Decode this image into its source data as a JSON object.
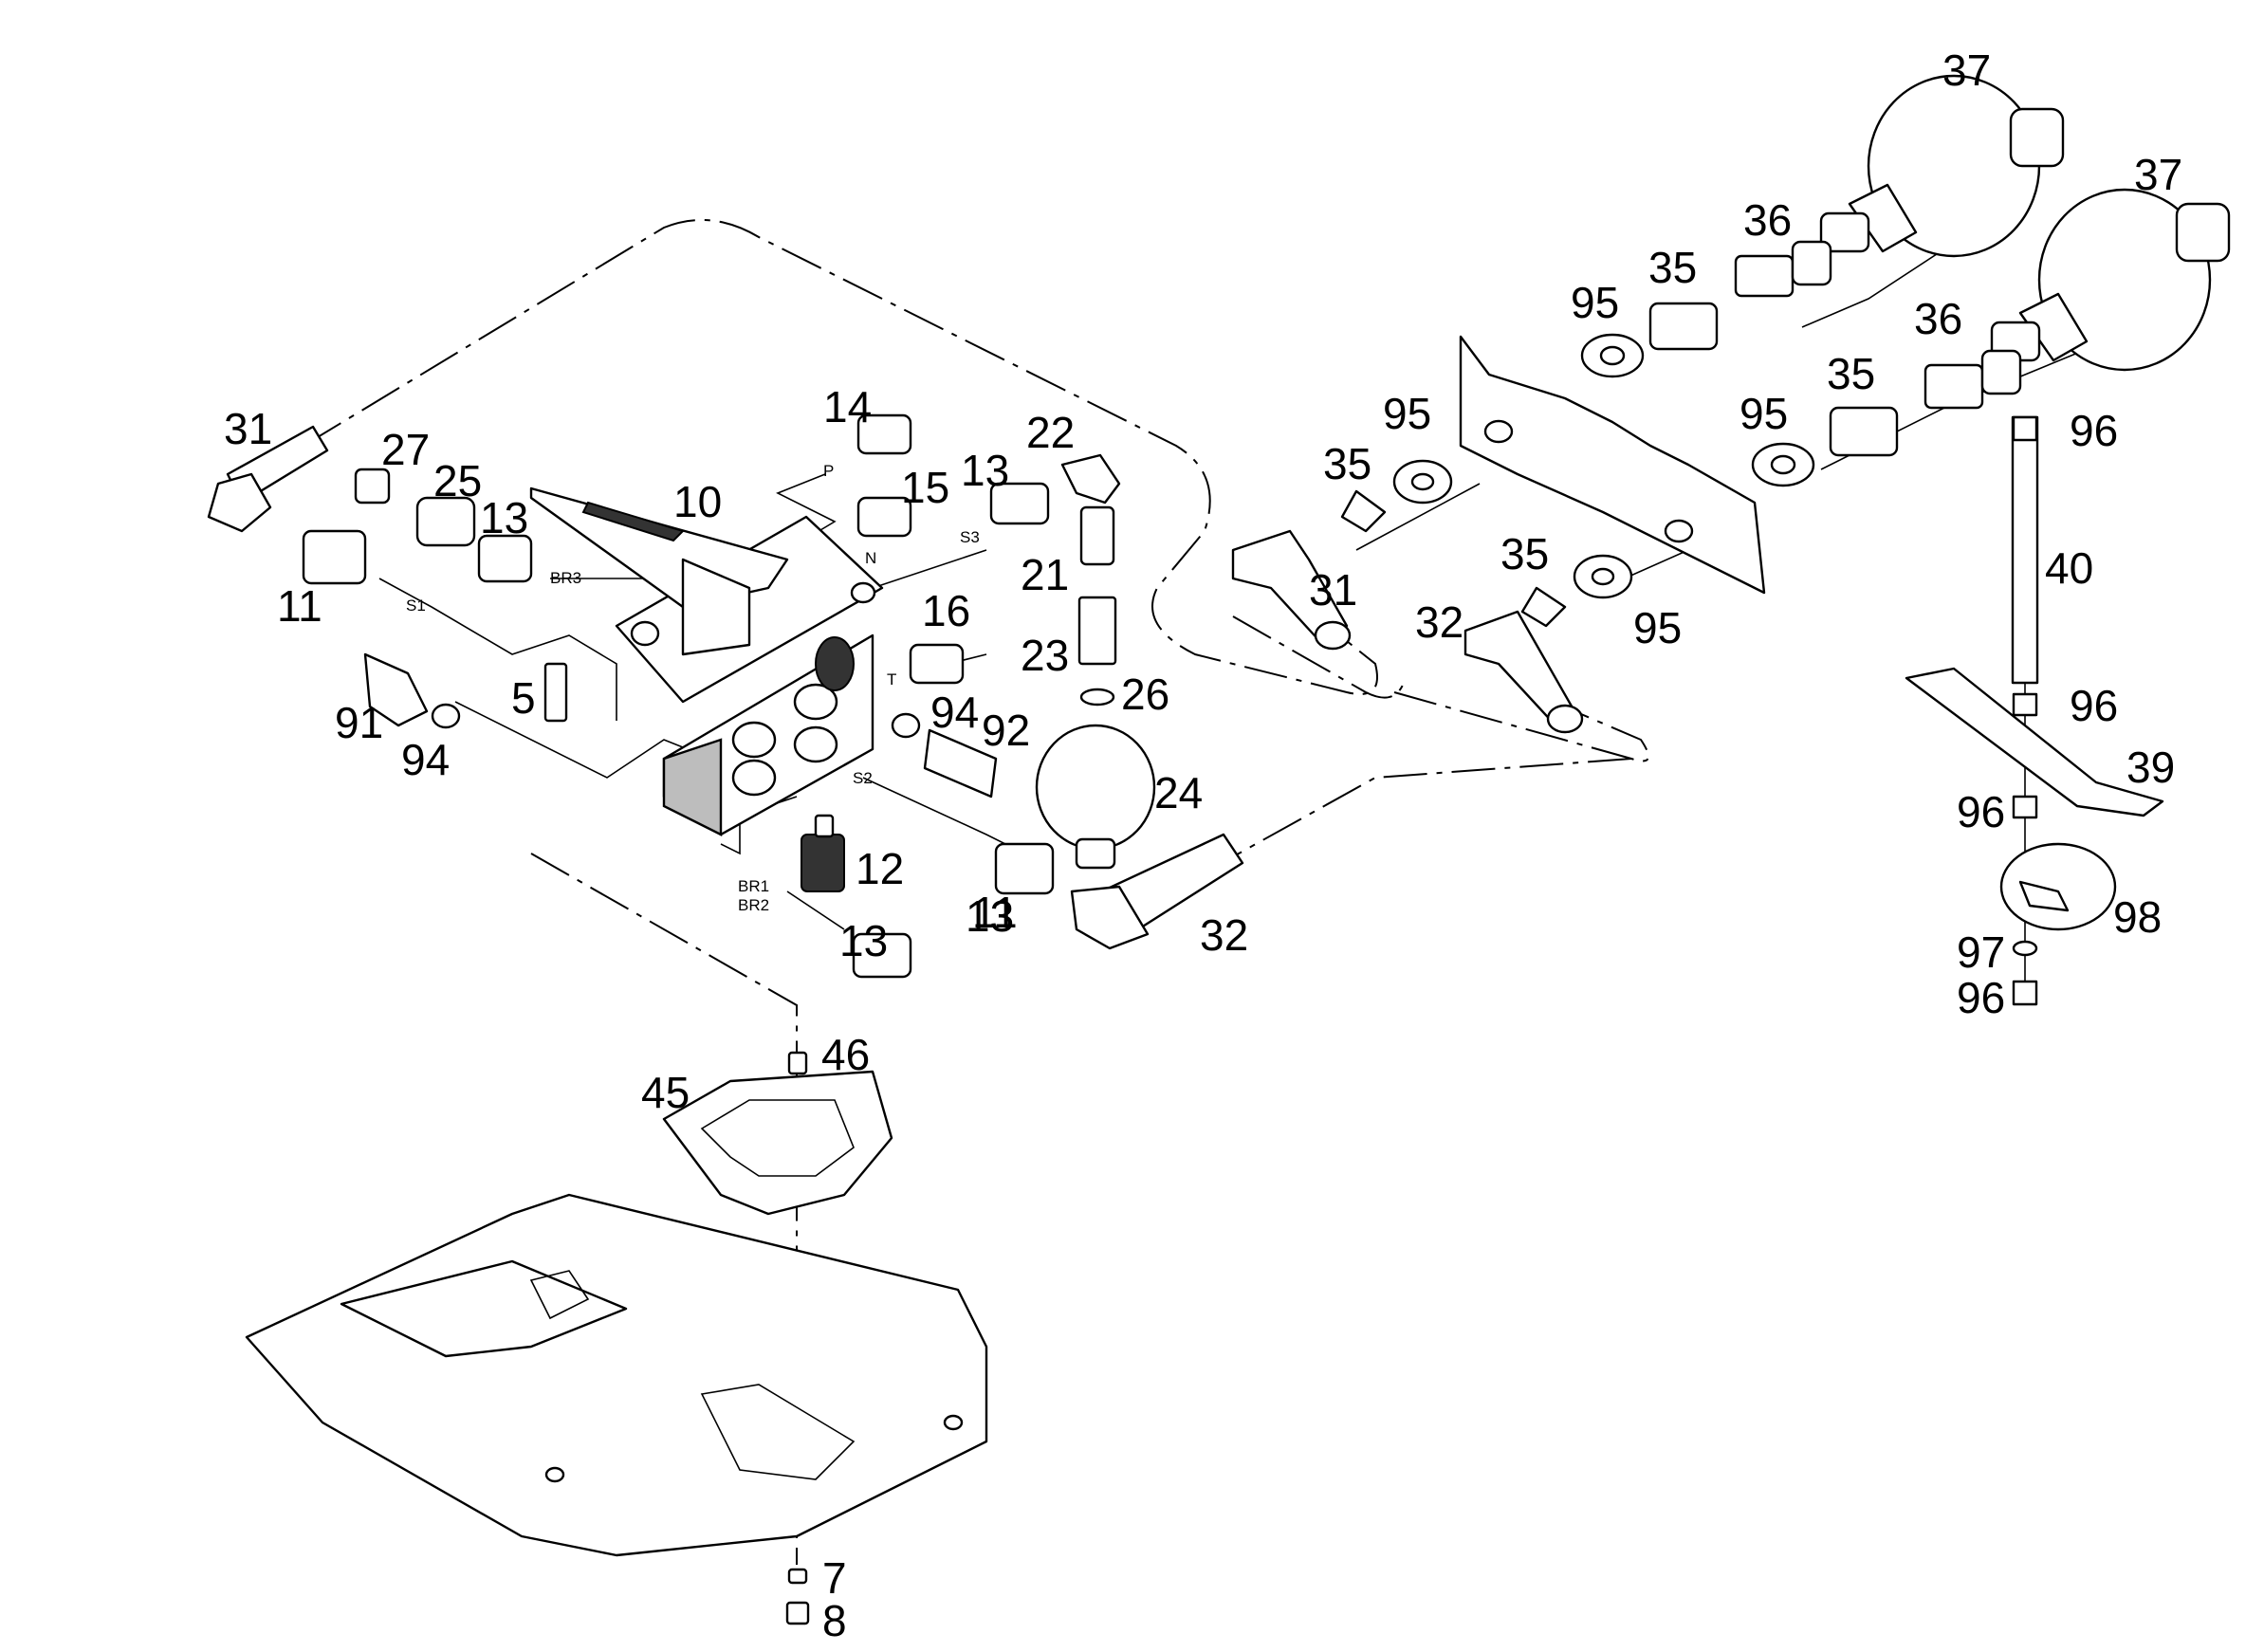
{
  "diagram": {
    "callouts": [
      "37",
      "37",
      "36",
      "36",
      "35",
      "35",
      "35",
      "35",
      "95",
      "95",
      "95",
      "95",
      "31",
      "31",
      "32",
      "32",
      "27",
      "25",
      "13",
      "13",
      "13",
      "13",
      "14",
      "15",
      "22",
      "21",
      "23",
      "26",
      "24",
      "10",
      "11",
      "11",
      "16",
      "94",
      "94",
      "92",
      "91",
      "5",
      "12",
      "96",
      "96",
      "96",
      "96",
      "40",
      "39",
      "98",
      "97",
      "46",
      "45",
      "7",
      "8"
    ],
    "port_labels": [
      "BR3",
      "S1",
      "P",
      "N",
      "S3",
      "T",
      "S2",
      "BR1",
      "BR2"
    ]
  }
}
